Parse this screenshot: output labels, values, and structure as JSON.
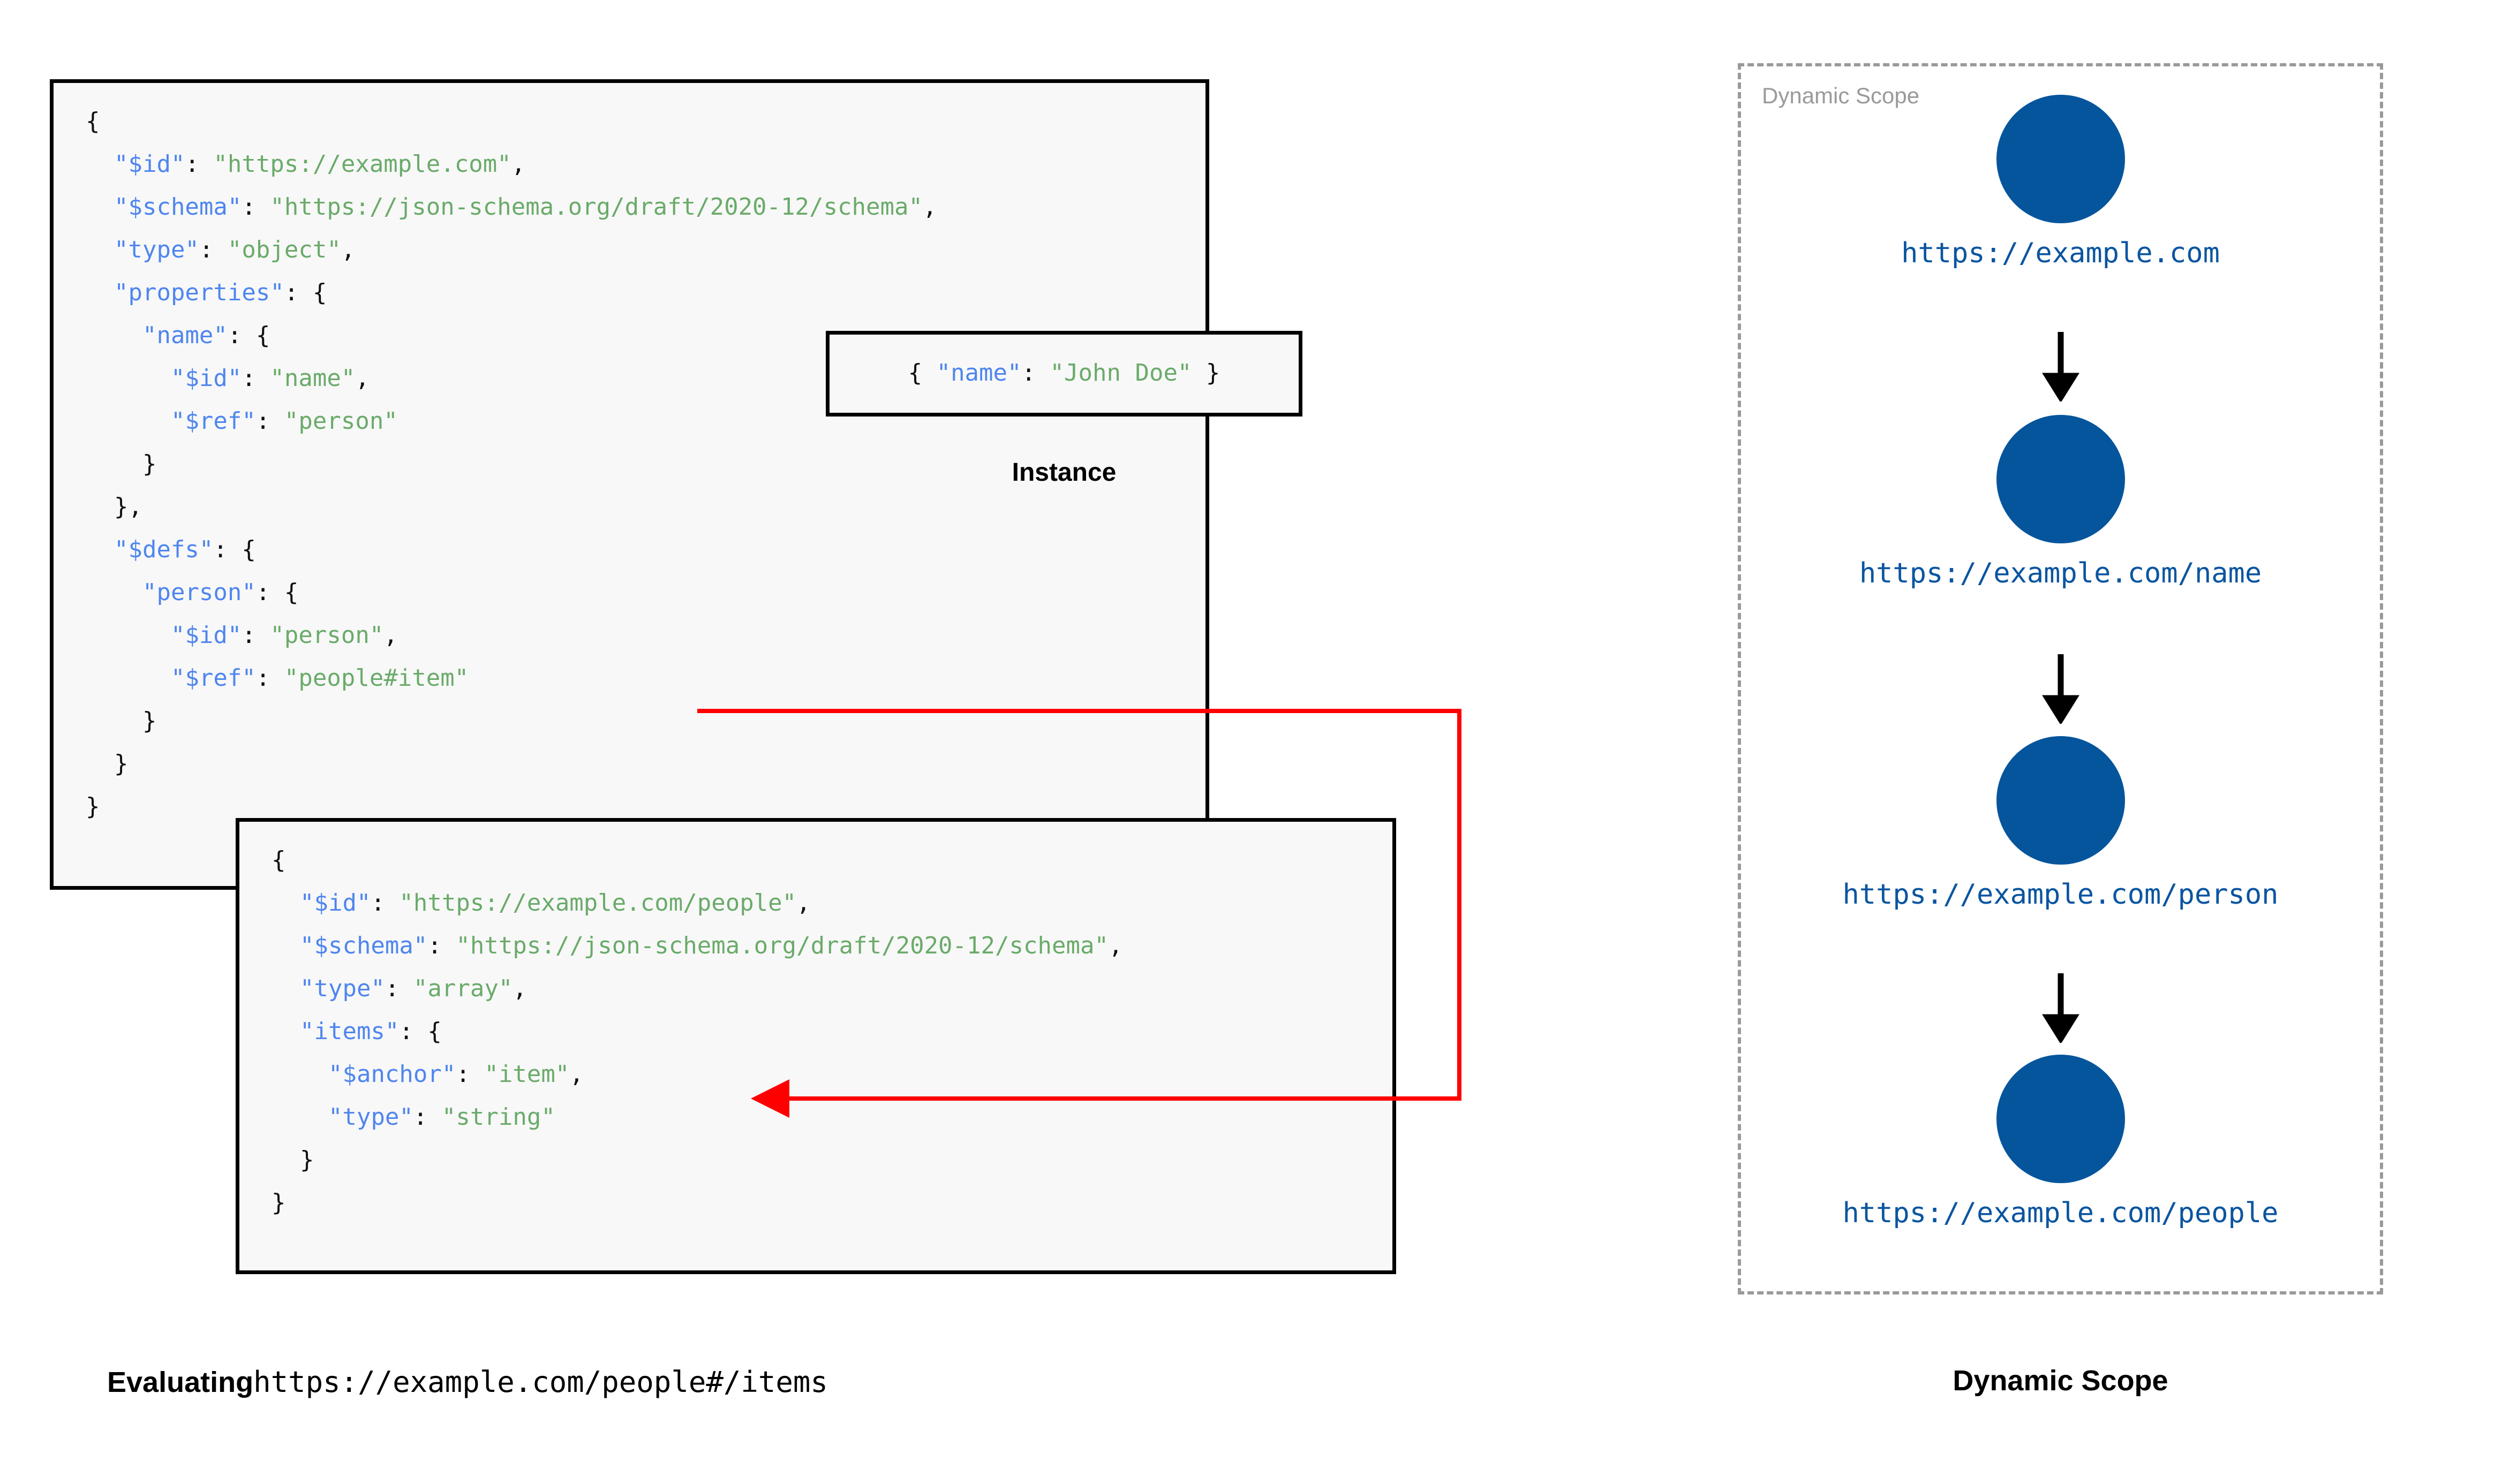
{
  "colors": {
    "json_key": "#4f86ef",
    "json_string": "#6aab6a",
    "punctuation": "#111111",
    "box_border": "#000000",
    "box_fill": "#f8f8f8",
    "connector_red": "#ff0000",
    "scope_border": "#9a9a9a",
    "scope_label": "#9a9a9a",
    "node_blue": "#05559c",
    "url_blue": "#0a55a0"
  },
  "schema_box_1": {
    "name": "root-schema",
    "lines": [
      {
        "indent": 0,
        "parts": [
          {
            "t": "{",
            "c": "p"
          }
        ]
      },
      {
        "indent": 1,
        "parts": [
          {
            "t": "\"$id\"",
            "c": "k"
          },
          {
            "t": ": ",
            "c": "p"
          },
          {
            "t": "\"https://example.com\"",
            "c": "v"
          },
          {
            "t": ",",
            "c": "p"
          }
        ]
      },
      {
        "indent": 1,
        "parts": [
          {
            "t": "\"$schema\"",
            "c": "k"
          },
          {
            "t": ": ",
            "c": "p"
          },
          {
            "t": "\"https://json-schema.org/draft/2020-12/schema\"",
            "c": "v"
          },
          {
            "t": ",",
            "c": "p"
          }
        ]
      },
      {
        "indent": 1,
        "parts": [
          {
            "t": "\"type\"",
            "c": "k"
          },
          {
            "t": ": ",
            "c": "p"
          },
          {
            "t": "\"object\"",
            "c": "v"
          },
          {
            "t": ",",
            "c": "p"
          }
        ]
      },
      {
        "indent": 1,
        "parts": [
          {
            "t": "\"properties\"",
            "c": "k"
          },
          {
            "t": ": {",
            "c": "p"
          }
        ]
      },
      {
        "indent": 2,
        "parts": [
          {
            "t": "\"name\"",
            "c": "k"
          },
          {
            "t": ": {",
            "c": "p"
          }
        ]
      },
      {
        "indent": 3,
        "parts": [
          {
            "t": "\"$id\"",
            "c": "k"
          },
          {
            "t": ": ",
            "c": "p"
          },
          {
            "t": "\"name\"",
            "c": "v"
          },
          {
            "t": ",",
            "c": "p"
          }
        ]
      },
      {
        "indent": 3,
        "parts": [
          {
            "t": "\"$ref\"",
            "c": "k"
          },
          {
            "t": ": ",
            "c": "p"
          },
          {
            "t": "\"person\"",
            "c": "v"
          }
        ]
      },
      {
        "indent": 2,
        "parts": [
          {
            "t": "}",
            "c": "p"
          }
        ]
      },
      {
        "indent": 1,
        "parts": [
          {
            "t": "},",
            "c": "p"
          }
        ]
      },
      {
        "indent": 1,
        "parts": [
          {
            "t": "\"$defs\"",
            "c": "k"
          },
          {
            "t": ": {",
            "c": "p"
          }
        ]
      },
      {
        "indent": 2,
        "parts": [
          {
            "t": "\"person\"",
            "c": "k"
          },
          {
            "t": ": {",
            "c": "p"
          }
        ]
      },
      {
        "indent": 3,
        "parts": [
          {
            "t": "\"$id\"",
            "c": "k"
          },
          {
            "t": ": ",
            "c": "p"
          },
          {
            "t": "\"person\"",
            "c": "v"
          },
          {
            "t": ",",
            "c": "p"
          }
        ]
      },
      {
        "indent": 3,
        "parts": [
          {
            "t": "\"$ref\"",
            "c": "k"
          },
          {
            "t": ": ",
            "c": "p"
          },
          {
            "t": "\"people#item\"",
            "c": "v"
          }
        ]
      },
      {
        "indent": 2,
        "parts": [
          {
            "t": "}",
            "c": "p"
          }
        ]
      },
      {
        "indent": 1,
        "parts": [
          {
            "t": "}",
            "c": "p"
          }
        ]
      },
      {
        "indent": 0,
        "parts": [
          {
            "t": "}",
            "c": "p"
          }
        ]
      }
    ]
  },
  "instance_box": {
    "name": "instance",
    "caption": "Instance",
    "lines": [
      {
        "indent": 0,
        "parts": [
          {
            "t": "{ ",
            "c": "p"
          },
          {
            "t": "\"name\"",
            "c": "k"
          },
          {
            "t": ": ",
            "c": "p"
          },
          {
            "t": "\"John Doe\"",
            "c": "v"
          },
          {
            "t": " }",
            "c": "p"
          }
        ]
      }
    ]
  },
  "schema_box_2": {
    "name": "people-schema",
    "lines": [
      {
        "indent": 0,
        "parts": [
          {
            "t": "{",
            "c": "p"
          }
        ]
      },
      {
        "indent": 1,
        "parts": [
          {
            "t": "\"$id\"",
            "c": "k"
          },
          {
            "t": ": ",
            "c": "p"
          },
          {
            "t": "\"https://example.com/people\"",
            "c": "v"
          },
          {
            "t": ",",
            "c": "p"
          }
        ]
      },
      {
        "indent": 1,
        "parts": [
          {
            "t": "\"$schema\"",
            "c": "k"
          },
          {
            "t": ": ",
            "c": "p"
          },
          {
            "t": "\"https://json-schema.org/draft/2020-12/schema\"",
            "c": "v"
          },
          {
            "t": ",",
            "c": "p"
          }
        ]
      },
      {
        "indent": 1,
        "parts": [
          {
            "t": "\"type\"",
            "c": "k"
          },
          {
            "t": ": ",
            "c": "p"
          },
          {
            "t": "\"array\"",
            "c": "v"
          },
          {
            "t": ",",
            "c": "p"
          }
        ]
      },
      {
        "indent": 1,
        "parts": [
          {
            "t": "\"items\"",
            "c": "k"
          },
          {
            "t": ": {",
            "c": "p"
          }
        ]
      },
      {
        "indent": 2,
        "parts": [
          {
            "t": "\"$anchor\"",
            "c": "k"
          },
          {
            "t": ": ",
            "c": "p"
          },
          {
            "t": "\"item\"",
            "c": "v"
          },
          {
            "t": ",",
            "c": "p"
          }
        ]
      },
      {
        "indent": 2,
        "parts": [
          {
            "t": "\"type\"",
            "c": "k"
          },
          {
            "t": ": ",
            "c": "p"
          },
          {
            "t": "\"string\"",
            "c": "v"
          }
        ]
      },
      {
        "indent": 1,
        "parts": [
          {
            "t": "}",
            "c": "p"
          }
        ]
      },
      {
        "indent": 0,
        "parts": [
          {
            "t": "}",
            "c": "p"
          }
        ]
      }
    ]
  },
  "left_caption": {
    "bold": "Evaluating",
    "mono": "https://example.com/people#/items"
  },
  "dynamic_scope": {
    "panel_label": "Dynamic Scope",
    "caption": "Dynamic Scope",
    "nodes": [
      {
        "url": "https://example.com"
      },
      {
        "url": "https://example.com/name"
      },
      {
        "url": "https://example.com/person"
      },
      {
        "url": "https://example.com/people"
      }
    ]
  },
  "connector": {
    "name": "ref-to-anchor-connector",
    "from": "\"$ref\": \"people#item\"",
    "to": "\"$anchor\": \"item\"",
    "color": "#ff0000"
  }
}
